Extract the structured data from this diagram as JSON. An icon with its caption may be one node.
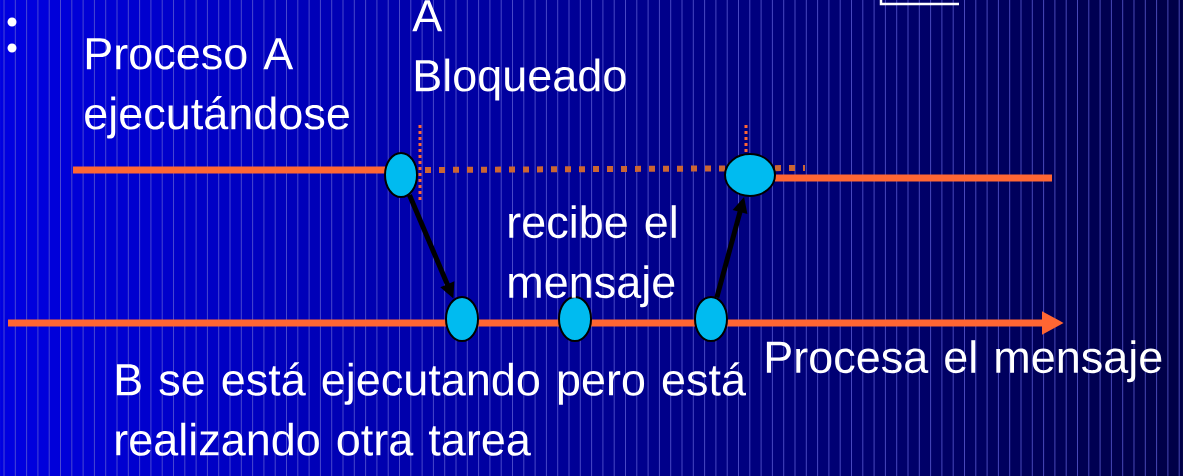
{
  "diagram": {
    "nodes": [
      {
        "text": [],
        "shape": "ellipse"
      },
      {
        "text": [],
        "shape": "ellipse"
      },
      {
        "text": [],
        "shape": "ellipse"
      },
      {
        "text": [],
        "shape": "ellipse"
      },
      {
        "text": [],
        "shape": "ellipse"
      }
    ],
    "edges": [
      {
        "from": 0,
        "to": 2,
        "arrow": "to"
      },
      {
        "from": 4,
        "to": 1,
        "arrow": "to"
      }
    ],
    "labels": [
      "Proceso A ejecutándose",
      "A Bloqueado",
      "recibe el mensaje",
      "Procesa el mensaje",
      "B se está ejecutando pero está realizando otra tarea"
    ]
  }
}
